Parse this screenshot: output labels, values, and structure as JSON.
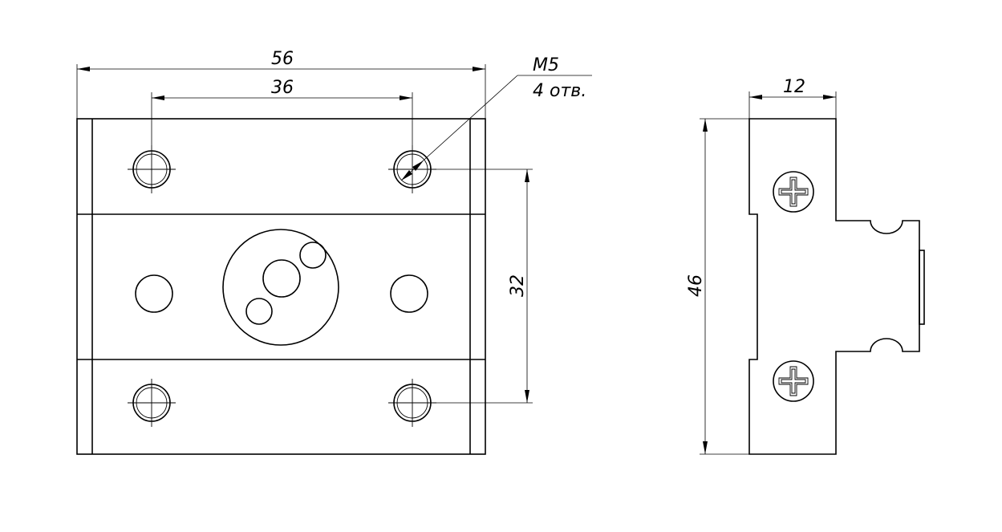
{
  "drawing": {
    "front_view": {
      "overall_width_label": "56",
      "hole_spacing_horizontal_label": "36",
      "hole_spacing_vertical_label": "32",
      "thread_callout": {
        "size_label": "M5",
        "count_label": "4 отв."
      }
    },
    "side_view": {
      "depth_label": "12",
      "height_label": "46"
    }
  },
  "colors": {
    "line": "#000000",
    "background": "#ffffff"
  }
}
